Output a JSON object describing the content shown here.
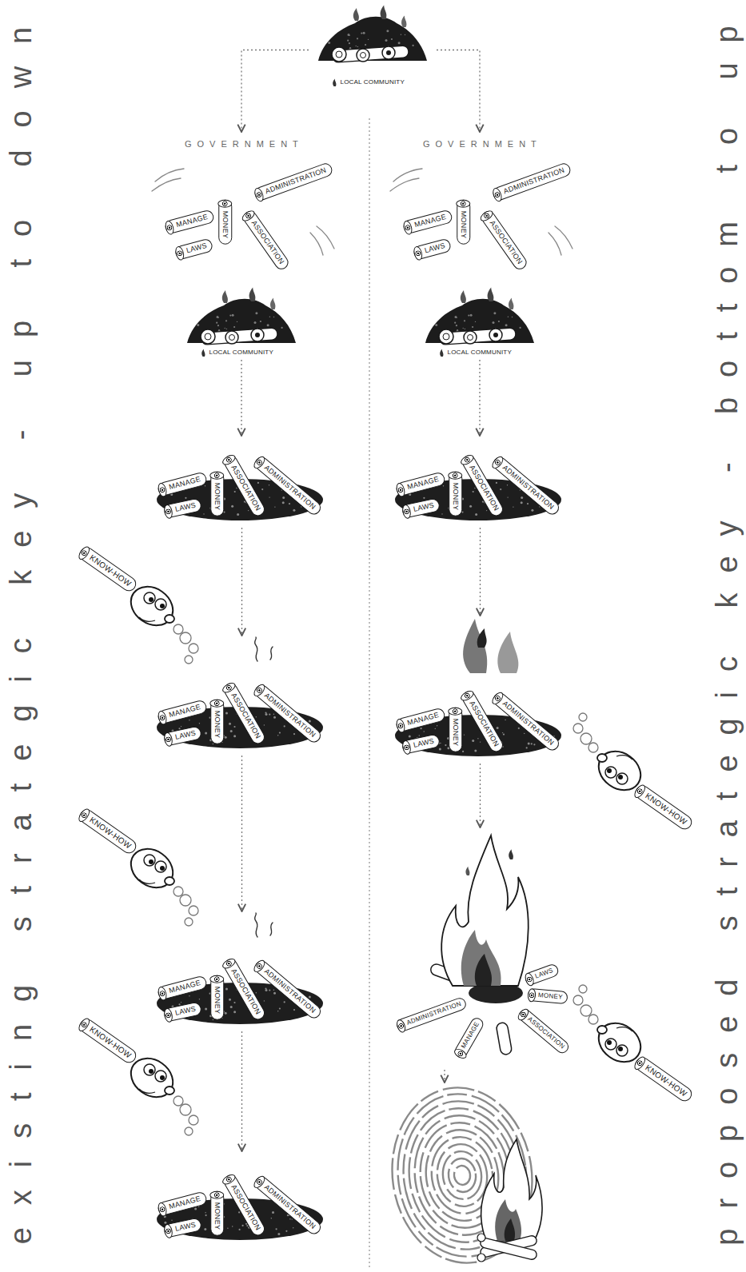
{
  "diagram": {
    "nodes": [
      {
        "text": [
          "LOCAL COMMUNITY"
        ]
      },
      {
        "text": [
          "GOVERNMENT",
          "MANAGE",
          "MONEY",
          "ASSOCIATION",
          "ADMINISTRATION",
          "LAWS"
        ]
      },
      {
        "text": [
          "LOCAL COMMUNITY"
        ]
      },
      {
        "text": [
          "MANAGE",
          "LAWS",
          "MONEY",
          "ASSOCIATION",
          "ADMINISTRATION"
        ]
      },
      {
        "text": [
          "KNOW-HOW"
        ]
      },
      {
        "text": [
          "MANAGE",
          "LAWS",
          "MONEY",
          "ASSOCIATION",
          "ADMINISTRATION"
        ]
      },
      {
        "text": [
          "KNOW-HOW"
        ]
      },
      {
        "text": [
          "MANAGE",
          "LAWS",
          "MONEY",
          "ASSOCIATION",
          "ADMINISTRATION"
        ]
      },
      {
        "text": [
          "KNOW-HOW"
        ]
      },
      {
        "text": [
          "MANAGE",
          "LAWS",
          "MONEY",
          "ASSOCIATION",
          "ADMINISTRATION"
        ]
      },
      {
        "text": [
          "GOVERNMENT",
          "MANAGE",
          "MONEY",
          "ASSOCIATION",
          "ADMINISTRATION",
          "LAWS"
        ]
      },
      {
        "text": [
          "LOCAL COMMUNITY"
        ]
      },
      {
        "text": [
          "MANAGE",
          "LAWS",
          "MONEY",
          "ASSOCIATION",
          "ADMINISTRATION"
        ]
      },
      {
        "text": [
          "MANAGE",
          "LAWS",
          "MONEY",
          "ASSOCIATION",
          "ADMINISTRATION"
        ]
      },
      {
        "text": [
          "KNOW-HOW"
        ]
      },
      {
        "text": [
          "ADMINISTRATION",
          "MANAGE",
          "ASSOCIATION",
          "MONEY",
          "LAWS"
        ]
      },
      {
        "text": [
          "KNOW-HOW"
        ]
      }
    ],
    "edges": [
      {
        "from": 0,
        "to": 1,
        "arrow": "to"
      },
      {
        "from": 0,
        "to": 10,
        "arrow": "to"
      },
      {
        "from": 2,
        "to": 3,
        "arrow": "to"
      },
      {
        "from": 3,
        "to": 5,
        "arrow": "to"
      },
      {
        "from": 5,
        "to": 7,
        "arrow": "to"
      },
      {
        "from": 7,
        "to": 9,
        "arrow": "to"
      },
      {
        "from": 11,
        "to": 12,
        "arrow": "to"
      },
      {
        "from": 12,
        "to": 13,
        "arrow": "to"
      },
      {
        "from": 13,
        "to": 15,
        "arrow": "to"
      }
    ],
    "labels": [
      "existing strategic key - up to down",
      "proposed strategic key - bottom to up"
    ]
  }
}
